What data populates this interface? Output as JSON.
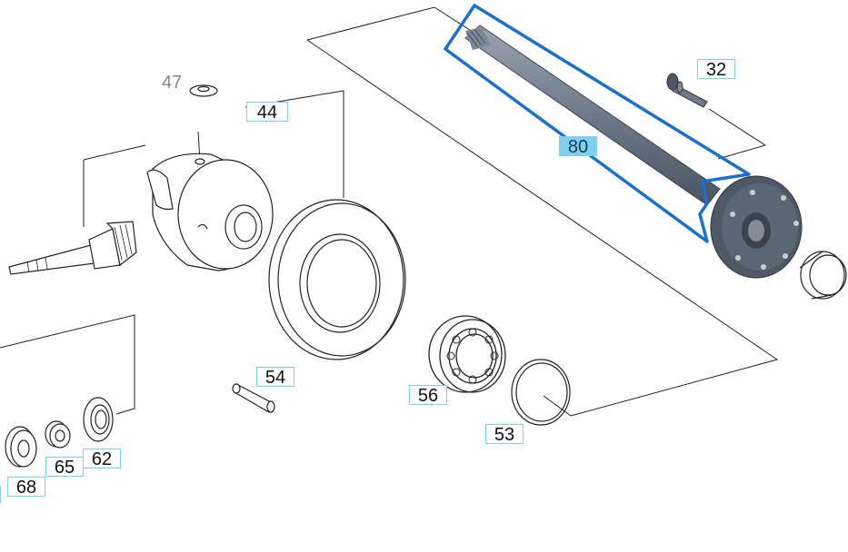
{
  "diagram": {
    "callouts": [
      {
        "id": "32",
        "label": "32"
      },
      {
        "id": "44",
        "label": "44"
      },
      {
        "id": "47",
        "label": "47"
      },
      {
        "id": "53",
        "label": "53"
      },
      {
        "id": "54",
        "label": "54"
      },
      {
        "id": "56",
        "label": "56"
      },
      {
        "id": "62",
        "label": "62"
      },
      {
        "id": "65",
        "label": "65"
      },
      {
        "id": "68",
        "label": "68"
      },
      {
        "id": "80",
        "label": "80"
      }
    ],
    "selected_part": "80",
    "colors": {
      "highlight": "#1a6fcf",
      "callout_border": "#7fd0ee",
      "callout_selected_bg": "#7fd0ee",
      "shaft": "#6e7a88",
      "outline": "#222222"
    }
  }
}
